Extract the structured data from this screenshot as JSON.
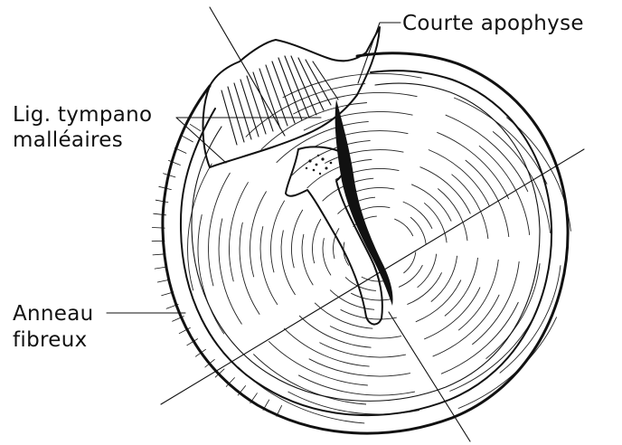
{
  "labels": {
    "short_process": "Courte apophyse",
    "ligaments_line1": "Lig. tympano",
    "ligaments_line2": "malléaires",
    "annulus_line1": "Anneau",
    "annulus_line2": "fibreux"
  },
  "colors": {
    "ink": "#111111",
    "paper": "#ffffff"
  }
}
